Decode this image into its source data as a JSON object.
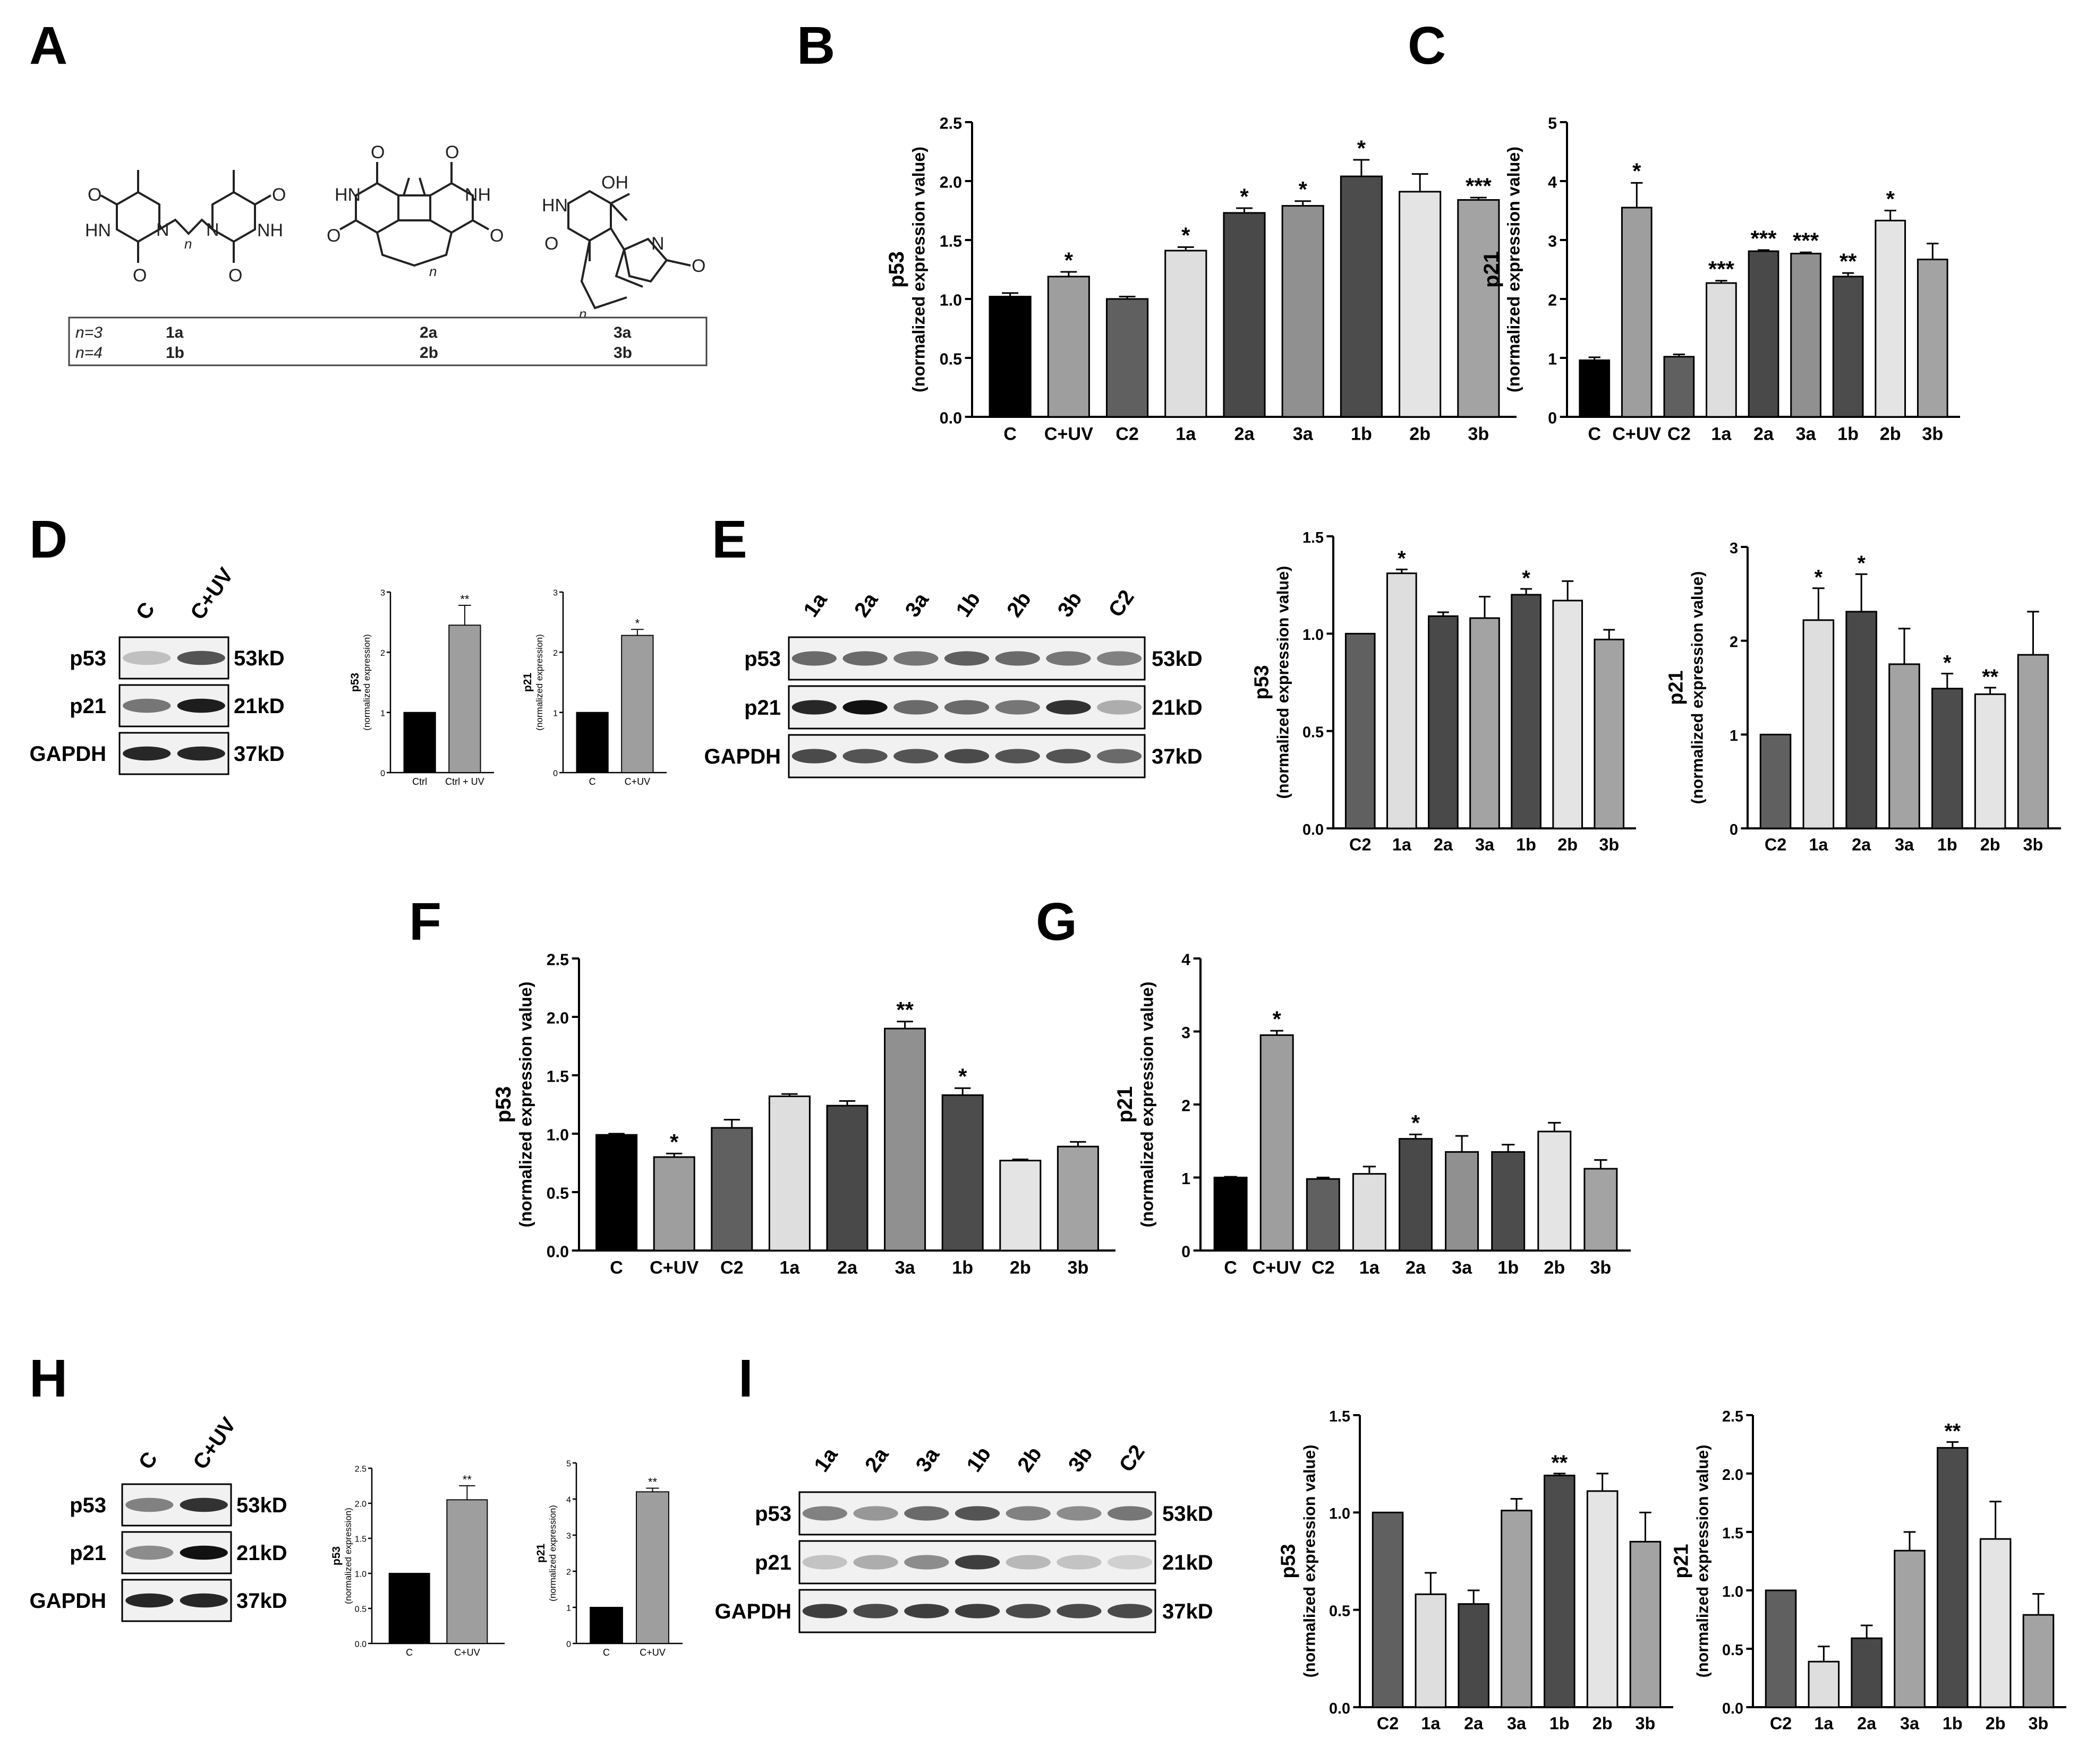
{
  "panel_letters": [
    "A",
    "B",
    "C",
    "D",
    "E",
    "F",
    "G",
    "H",
    "I"
  ],
  "structures": {
    "subscript_n": "n",
    "subscript_n2": "n",
    "labels": {
      "hn": "HN",
      "nh": "NH",
      "oh": "OH",
      "o": "O",
      "n": "N"
    },
    "table": {
      "rows": [
        {
          "n": "n=3",
          "c1": "1a",
          "c2": "2a",
          "c3": "3a"
        },
        {
          "n": "n=4",
          "c1": "1b",
          "c2": "2b",
          "c3": "3b"
        }
      ]
    }
  },
  "blots": {
    "D": {
      "lanes": [
        "C",
        "C+UV"
      ],
      "rows": [
        "p53",
        "p21",
        "GAPDH"
      ],
      "sizes": [
        "53kD",
        "21kD",
        "37kD"
      ]
    },
    "E": {
      "lanes": [
        "1a",
        "2a",
        "3a",
        "1b",
        "2b",
        "3b",
        "C2"
      ],
      "rows": [
        "p53",
        "p21",
        "GAPDH"
      ],
      "sizes": [
        "53kD",
        "21kD",
        "37kD"
      ]
    },
    "H": {
      "lanes": [
        "C",
        "C+UV"
      ],
      "rows": [
        "p53",
        "p21",
        "GAPDH"
      ],
      "sizes": [
        "53kD",
        "21kD",
        "37kD"
      ]
    },
    "I": {
      "lanes": [
        "1a",
        "2a",
        "3a",
        "1b",
        "2b",
        "3b",
        "C2"
      ],
      "rows": [
        "p53",
        "p21",
        "GAPDH"
      ],
      "sizes": [
        "53kD",
        "21kD",
        "37kD"
      ]
    }
  },
  "chart_data": [
    {
      "id": "B",
      "type": "bar",
      "ylabel": "p53",
      "ylabel2": "(normalized expression value)",
      "categories": [
        "C",
        "C+UV",
        "C2",
        "1a",
        "2a",
        "3a",
        "1b",
        "2b",
        "3b"
      ],
      "values": [
        1.02,
        1.19,
        1.0,
        1.41,
        1.73,
        1.79,
        2.04,
        1.91,
        1.84
      ],
      "errors": [
        0.03,
        0.04,
        0.02,
        0.03,
        0.04,
        0.04,
        0.14,
        0.15,
        0.02
      ],
      "colors": [
        "#000000",
        "#9e9e9e",
        "#606060",
        "#dedede",
        "#494949",
        "#909090",
        "#4c4c4c",
        "#e4e4e4",
        "#a3a3a3"
      ],
      "significance": [
        "",
        "*",
        "",
        "*",
        "*",
        "*",
        "*",
        "",
        "***"
      ],
      "ylim": [
        0,
        2.5
      ],
      "yticks": [
        0.0,
        0.5,
        1.0,
        1.5,
        2.0,
        2.5
      ],
      "tick_decimals": 1
    },
    {
      "id": "C",
      "type": "bar",
      "ylabel": "p21",
      "ylabel2": "(normalized expression value)",
      "categories": [
        "C",
        "C+UV",
        "C2",
        "1a",
        "2a",
        "3a",
        "1b",
        "2b",
        "3b"
      ],
      "values": [
        0.96,
        3.55,
        1.02,
        2.27,
        2.81,
        2.77,
        2.38,
        3.33,
        2.67
      ],
      "errors": [
        0.05,
        0.42,
        0.04,
        0.04,
        0.02,
        0.02,
        0.06,
        0.17,
        0.27
      ],
      "colors": [
        "#000000",
        "#9e9e9e",
        "#606060",
        "#dedede",
        "#494949",
        "#909090",
        "#4c4c4c",
        "#e4e4e4",
        "#a3a3a3"
      ],
      "significance": [
        "",
        "*",
        "",
        "***",
        "***",
        "***",
        "**",
        "*",
        ""
      ],
      "ylim": [
        0,
        5
      ],
      "yticks": [
        0,
        1,
        2,
        3,
        4,
        5
      ],
      "tick_decimals": 0
    },
    {
      "id": "D1",
      "type": "bar",
      "ylabel": "p53",
      "ylabel2": "(normalized expression)",
      "categories": [
        "Ctrl",
        "Ctrl + UV"
      ],
      "values": [
        1.0,
        2.45
      ],
      "errors": [
        0,
        0.33
      ],
      "colors": [
        "#000000",
        "#9e9e9e"
      ],
      "significance": [
        "",
        "**"
      ],
      "ylim": [
        0,
        3
      ],
      "yticks": [
        0,
        1,
        2,
        3
      ],
      "tick_decimals": 0
    },
    {
      "id": "D2",
      "type": "bar",
      "ylabel": "p21",
      "ylabel2": "(normalized expression)",
      "categories": [
        "C",
        "C+UV"
      ],
      "values": [
        1.0,
        2.28
      ],
      "errors": [
        0,
        0.1
      ],
      "colors": [
        "#000000",
        "#9e9e9e"
      ],
      "significance": [
        "",
        "*"
      ],
      "ylim": [
        0,
        3
      ],
      "yticks": [
        0,
        1,
        2,
        3
      ],
      "tick_decimals": 0
    },
    {
      "id": "E1",
      "type": "bar",
      "ylabel": "p53",
      "ylabel2": "(normalized expression value)",
      "categories": [
        "C2",
        "1a",
        "2a",
        "3a",
        "1b",
        "2b",
        "3b"
      ],
      "values": [
        1.0,
        1.31,
        1.09,
        1.08,
        1.2,
        1.17,
        0.97
      ],
      "errors": [
        0,
        0.02,
        0.02,
        0.11,
        0.03,
        0.1,
        0.05
      ],
      "colors": [
        "#606060",
        "#dedede",
        "#494949",
        "#a3a3a3",
        "#4c4c4c",
        "#e4e4e4",
        "#a3a3a3"
      ],
      "significance": [
        "",
        "*",
        "",
        "",
        "*",
        "",
        ""
      ],
      "ylim": [
        0,
        1.5
      ],
      "yticks": [
        0.0,
        0.5,
        1.0,
        1.5
      ],
      "tick_decimals": 1
    },
    {
      "id": "E2",
      "type": "bar",
      "ylabel": "p21",
      "ylabel2": "(normalized expression value)",
      "categories": [
        "C2",
        "1a",
        "2a",
        "3a",
        "1b",
        "2b",
        "3b"
      ],
      "values": [
        1.0,
        2.22,
        2.31,
        1.75,
        1.49,
        1.43,
        1.85
      ],
      "errors": [
        0,
        0.34,
        0.4,
        0.38,
        0.16,
        0.07,
        0.46
      ],
      "colors": [
        "#606060",
        "#dedede",
        "#494949",
        "#a3a3a3",
        "#4c4c4c",
        "#e4e4e4",
        "#a3a3a3"
      ],
      "significance": [
        "",
        "*",
        "*",
        "",
        "*",
        "**",
        ""
      ],
      "ylim": [
        0,
        3
      ],
      "yticks": [
        0,
        1,
        2,
        3
      ],
      "tick_decimals": 0
    },
    {
      "id": "F",
      "type": "bar",
      "ylabel": "p53",
      "ylabel2": "(normalized expression value)",
      "categories": [
        "C",
        "C+UV",
        "C2",
        "1a",
        "2a",
        "3a",
        "1b",
        "2b",
        "3b"
      ],
      "values": [
        0.99,
        0.8,
        1.05,
        1.32,
        1.24,
        1.9,
        1.33,
        0.77,
        0.89
      ],
      "errors": [
        0.01,
        0.03,
        0.07,
        0.02,
        0.04,
        0.06,
        0.06,
        0.01,
        0.04
      ],
      "colors": [
        "#000000",
        "#9e9e9e",
        "#606060",
        "#dedede",
        "#494949",
        "#909090",
        "#4c4c4c",
        "#e4e4e4",
        "#a3a3a3"
      ],
      "significance": [
        "",
        "*",
        "",
        "",
        "",
        "**",
        "*",
        "",
        ""
      ],
      "ylim": [
        0,
        2.5
      ],
      "yticks": [
        0.0,
        0.5,
        1.0,
        1.5,
        2.0,
        2.5
      ],
      "tick_decimals": 1
    },
    {
      "id": "G",
      "type": "bar",
      "ylabel": "p21",
      "ylabel2": "(normalized expression value)",
      "categories": [
        "C",
        "C+UV",
        "C2",
        "1a",
        "2a",
        "3a",
        "1b",
        "2b",
        "3b"
      ],
      "values": [
        1.0,
        2.95,
        0.98,
        1.05,
        1.53,
        1.35,
        1.35,
        1.63,
        1.12
      ],
      "errors": [
        0.01,
        0.06,
        0.02,
        0.1,
        0.06,
        0.22,
        0.1,
        0.12,
        0.12
      ],
      "colors": [
        "#000000",
        "#9e9e9e",
        "#606060",
        "#dedede",
        "#494949",
        "#909090",
        "#4c4c4c",
        "#e4e4e4",
        "#a3a3a3"
      ],
      "significance": [
        "",
        "*",
        "",
        "",
        "*",
        "",
        "",
        "",
        ""
      ],
      "ylim": [
        0,
        4
      ],
      "yticks": [
        0,
        1,
        2,
        3,
        4
      ],
      "tick_decimals": 0
    },
    {
      "id": "H1",
      "type": "bar",
      "ylabel": "p53",
      "ylabel2": "(normalized expression)",
      "categories": [
        "C",
        "C+UV"
      ],
      "values": [
        1.0,
        2.05
      ],
      "errors": [
        0,
        0.2
      ],
      "colors": [
        "#000000",
        "#9e9e9e"
      ],
      "significance": [
        "",
        "**"
      ],
      "ylim": [
        0,
        2.5
      ],
      "yticks": [
        0.0,
        0.5,
        1.0,
        1.5,
        2.0,
        2.5
      ],
      "tick_decimals": 1
    },
    {
      "id": "H2",
      "type": "bar",
      "ylabel": "p21",
      "ylabel2": "(normalized expression)",
      "categories": [
        "C",
        "C+UV"
      ],
      "values": [
        1.0,
        4.2
      ],
      "errors": [
        0,
        0.1
      ],
      "colors": [
        "#000000",
        "#9e9e9e"
      ],
      "significance": [
        "",
        "**"
      ],
      "ylim": [
        0,
        5
      ],
      "yticks": [
        0,
        1,
        2,
        3,
        4,
        5
      ],
      "tick_decimals": 0
    },
    {
      "id": "I1",
      "type": "bar",
      "ylabel": "p53",
      "ylabel2": "(normalized expression value)",
      "categories": [
        "C2",
        "1a",
        "2a",
        "3a",
        "1b",
        "2b",
        "3b"
      ],
      "values": [
        1.0,
        0.58,
        0.53,
        1.01,
        1.19,
        1.11,
        0.85
      ],
      "errors": [
        0,
        0.11,
        0.07,
        0.06,
        0.01,
        0.09,
        0.15
      ],
      "colors": [
        "#606060",
        "#dedede",
        "#494949",
        "#a3a3a3",
        "#4c4c4c",
        "#e4e4e4",
        "#a3a3a3"
      ],
      "significance": [
        "",
        "",
        "",
        "",
        "**",
        "",
        ""
      ],
      "ylim": [
        0,
        1.5
      ],
      "yticks": [
        0.0,
        0.5,
        1.0,
        1.5
      ],
      "tick_decimals": 1
    },
    {
      "id": "I2",
      "type": "bar",
      "ylabel": "p21",
      "ylabel2": "(normalized expression value)",
      "categories": [
        "C2",
        "1a",
        "2a",
        "3a",
        "1b",
        "2b",
        "3b"
      ],
      "values": [
        1.0,
        0.39,
        0.59,
        1.34,
        2.22,
        1.44,
        0.79
      ],
      "errors": [
        0,
        0.13,
        0.11,
        0.16,
        0.05,
        0.32,
        0.18
      ],
      "colors": [
        "#606060",
        "#dedede",
        "#494949",
        "#a3a3a3",
        "#4c4c4c",
        "#e4e4e4",
        "#a3a3a3"
      ],
      "significance": [
        "",
        "",
        "",
        "",
        "**",
        "",
        ""
      ],
      "ylim": [
        0,
        2.5
      ],
      "yticks": [
        0.0,
        0.5,
        1.0,
        1.5,
        2.0,
        2.5
      ],
      "tick_decimals": 1
    }
  ]
}
